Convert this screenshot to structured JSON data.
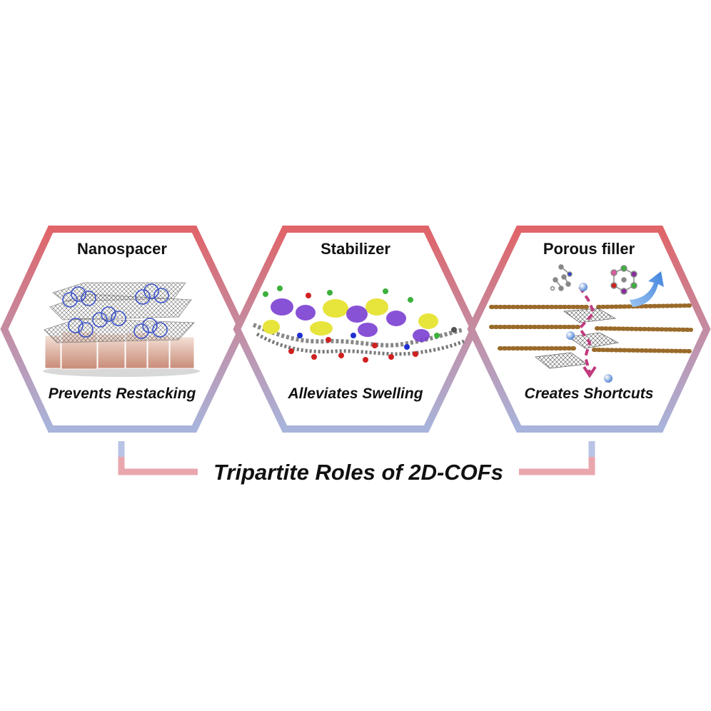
{
  "panels": [
    {
      "title": "Nanospacer",
      "caption": "Prevents Restacking",
      "illustration": "stacked-graphene-sheets-with-cof-rings"
    },
    {
      "title": "Stabilizer",
      "caption": "Alleviates Swelling",
      "illustration": "polymer-chain-molecular-model"
    },
    {
      "title": "Porous filler",
      "caption": "Creates Shortcuts",
      "illustration": "layered-membrane-with-molecular-transport"
    }
  ],
  "footer": {
    "title": "Tripartite Roles of 2D-COFs"
  },
  "colors": {
    "hex_top": "#e06468",
    "hex_bottom": "#a8b4dc",
    "bracket": "#e9a7ad",
    "path": "#c03a7d",
    "arrow": "#5b9bdf",
    "strand": "#9a6a2a"
  }
}
